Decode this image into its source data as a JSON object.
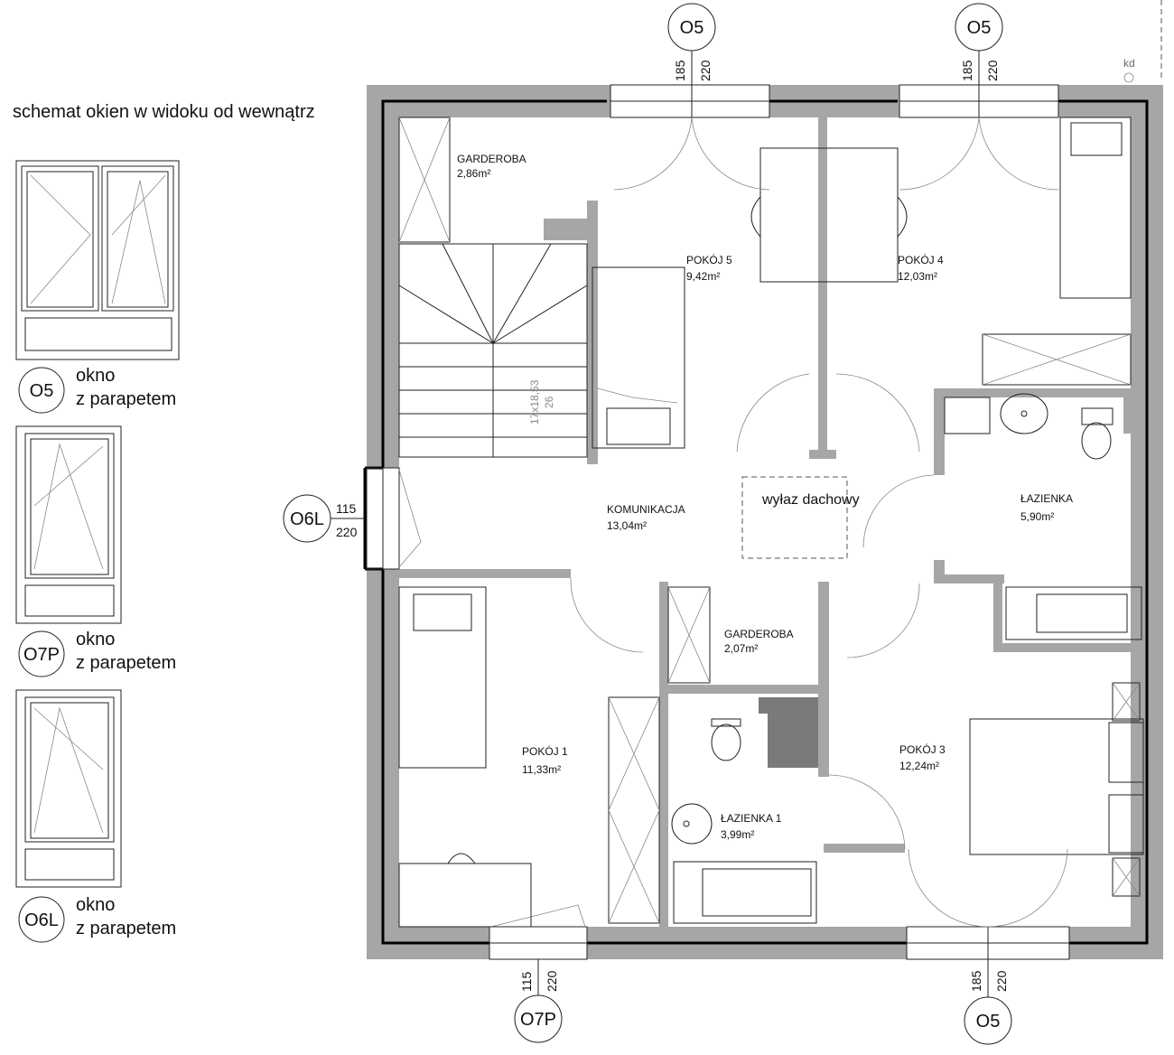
{
  "legend": {
    "title": "schemat okien w widoku od wewnątrz",
    "items": [
      {
        "code": "O5",
        "line1": "okno",
        "line2": "z parapetem"
      },
      {
        "code": "O7P",
        "line1": "okno",
        "line2": "z parapetem"
      },
      {
        "code": "O6L",
        "line1": "okno",
        "line2": "z parapetem"
      }
    ]
  },
  "corner_mark": "kd",
  "windows": {
    "top_left": {
      "code": "O5",
      "w": "185",
      "h": "220"
    },
    "top_right": {
      "code": "O5",
      "w": "185",
      "h": "220"
    },
    "left": {
      "code": "O6L",
      "w": "115",
      "h": "220"
    },
    "bottom_left": {
      "code": "O7P",
      "w": "115",
      "h": "220"
    },
    "bottom_right": {
      "code": "O5",
      "w": "185",
      "h": "220"
    }
  },
  "rooms": {
    "garderoba_top": {
      "name": "GARDEROBA",
      "area": "2,86m²"
    },
    "pokoj5": {
      "name": "POKÓJ 5",
      "area": "9,42m²"
    },
    "pokoj4": {
      "name": "POKÓJ 4",
      "area": "12,03m²"
    },
    "komunikacja": {
      "name": "KOMUNIKACJA",
      "area": "13,04m²"
    },
    "lazienka": {
      "name": "ŁAZIENKA",
      "area": "5,90m²"
    },
    "garderoba_mid": {
      "name": "GARDEROBA",
      "area": "2,07m²"
    },
    "pokoj1": {
      "name": "POKÓJ 1",
      "area": "11,33m²"
    },
    "pokoj3": {
      "name": "POKÓJ 3",
      "area": "12,24m²"
    },
    "lazienka1": {
      "name": "ŁAZIENKA 1",
      "area": "3,99m²"
    }
  },
  "roof_hatch": "wyłaz dachowy",
  "stairs": {
    "spec": "17x18,53",
    "tread": "26"
  }
}
